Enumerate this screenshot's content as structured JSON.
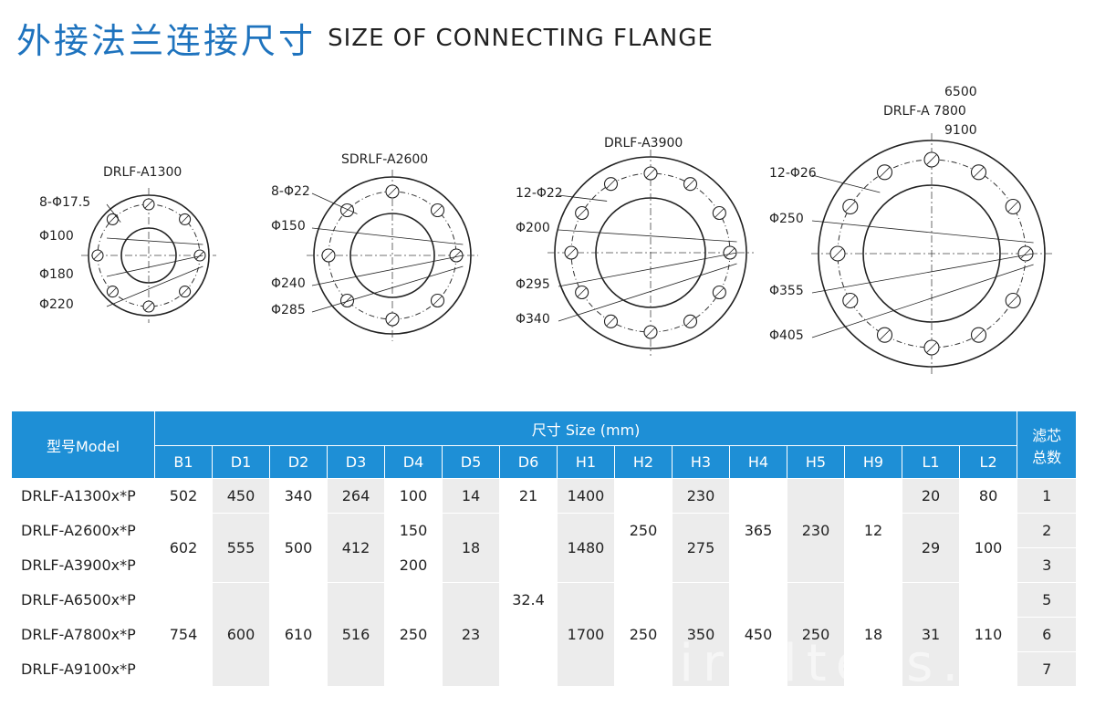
{
  "title": {
    "cn": "外接法兰连接尺寸",
    "en": "SIZE OF CONNECTING FLANGE"
  },
  "drawings": [
    {
      "model": "DRLF-A1300",
      "bolt_label": "8-Φ17.5",
      "dia_labels": [
        "Φ100",
        "Φ180",
        "Φ220"
      ]
    },
    {
      "model": "SDRLF-A2600",
      "bolt_label": "8-Φ22",
      "dia_labels": [
        "Φ150",
        "Φ240",
        "Φ285"
      ]
    },
    {
      "model": "DRLF-A3900",
      "bolt_label": "12-Φ22",
      "dia_labels": [
        "Φ200",
        "Φ295",
        "Φ340"
      ]
    },
    {
      "model_lines": [
        "6500",
        "DRLF-A 7800",
        "9100"
      ],
      "bolt_label": "12-Φ26",
      "dia_labels": [
        "Φ250",
        "Φ355",
        "Φ405"
      ]
    }
  ],
  "table": {
    "model_header": "型号Model",
    "size_header": "尺寸 Size (mm)",
    "count_header": [
      "滤芯",
      "总数"
    ],
    "columns": [
      "B1",
      "D1",
      "D2",
      "D3",
      "D4",
      "D5",
      "D6",
      "H1",
      "H2",
      "H3",
      "H4",
      "H5",
      "H9",
      "L1",
      "L2"
    ],
    "models": [
      "DRLF-A1300x*P",
      "DRLF-A2600x*P",
      "DRLF-A3900x*P",
      "DRLF-A6500x*P",
      "DRLF-A7800x*P",
      "DRLF-A9100x*P"
    ],
    "values": {
      "r1": {
        "B1": "502",
        "D1": "450",
        "D2": "340",
        "D3": "264",
        "D4": "100",
        "D5": "14",
        "D6": "21",
        "H1": "1400",
        "H3": "230",
        "L1": "20",
        "L2": "80",
        "count": "1"
      },
      "r23": {
        "B1": "602",
        "D1": "555",
        "D2": "500",
        "D3": "412",
        "D4_a": "150",
        "D4_b": "200",
        "D5": "18",
        "H1": "1480",
        "H3": "275",
        "L1": "29",
        "L2": "100",
        "count_a": "2",
        "count_b": "3"
      },
      "r123": {
        "H2": "250",
        "H4": "365",
        "H5": "230",
        "H9": "12"
      },
      "D6_shared": "32.4",
      "r456": {
        "B1": "754",
        "D1": "600",
        "D2": "610",
        "D3": "516",
        "D4": "250",
        "D5": "23",
        "H1": "1700",
        "H2": "250",
        "H3": "350",
        "H4": "450",
        "H5": "250",
        "H9": "18",
        "L1": "31",
        "L2": "110",
        "count_a": "5",
        "count_b": "6",
        "count_c": "7"
      }
    }
  },
  "watermark": "airfilters.p",
  "colors": {
    "accent": "#1e73be",
    "header_bg": "#1e8fd6",
    "cell_gray": "#ececec"
  }
}
